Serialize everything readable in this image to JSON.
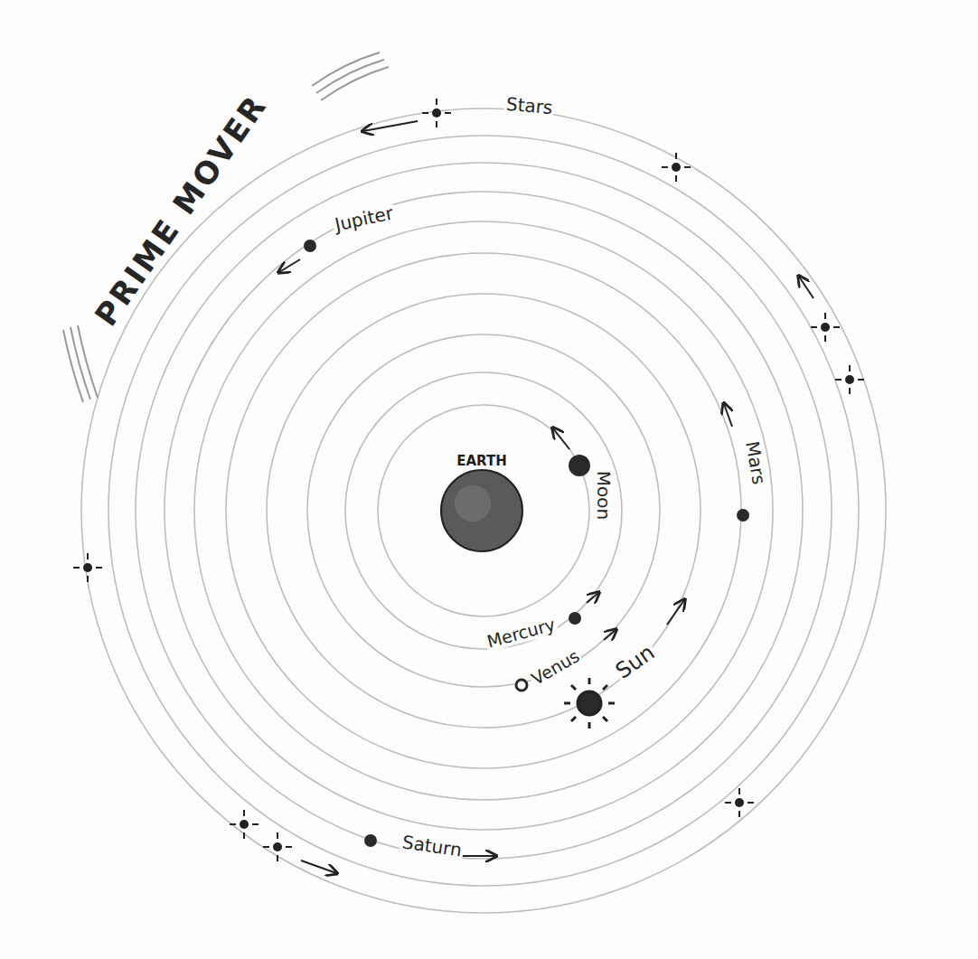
{
  "diagram": {
    "nodes": [
      {
        "text": [
          "EARTH"
        ]
      }
    ],
    "labels": [
      "PRIME MOVER",
      "Stars",
      "Jupiter",
      "Moon",
      "Mars",
      "Mercury",
      "Venus",
      "Sun",
      "Saturn"
    ]
  }
}
